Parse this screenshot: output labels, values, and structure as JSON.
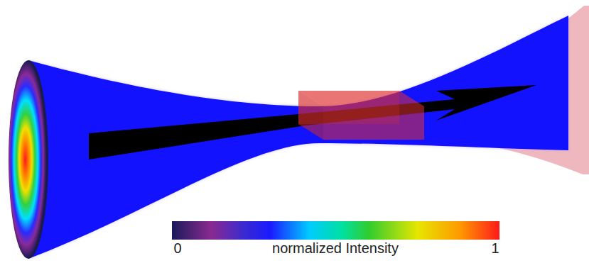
{
  "diagram": {
    "labels": [
      "0",
      "normalized Intensity",
      "1"
    ]
  }
}
